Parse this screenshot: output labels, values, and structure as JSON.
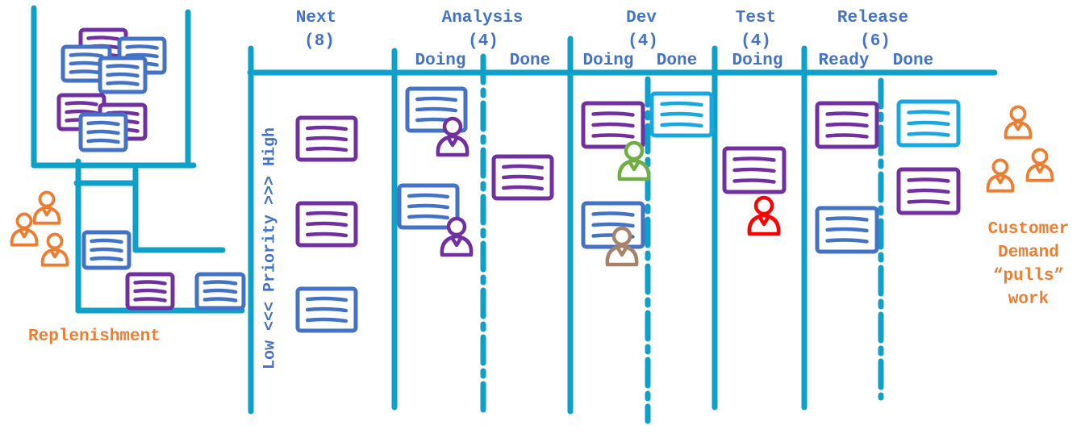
{
  "colors": {
    "line": "#0ea0c8",
    "header_text": "#4472c4",
    "card_purple": "#7030a0",
    "card_blue": "#4472c4",
    "card_light_blue": "#1aa7e0",
    "person_orange": "#ed7d31",
    "person_purple": "#7030a0",
    "person_green": "#70ad47",
    "person_brown": "#a5836b",
    "person_red": "#ff0000"
  },
  "columns": {
    "next": {
      "name": "Next",
      "limit": "(8)"
    },
    "analysis": {
      "name": "Analysis",
      "limit": "(4)",
      "doing": "Doing",
      "done": "Done"
    },
    "dev": {
      "name": "Dev",
      "limit": "(4)",
      "doing": "Doing",
      "done": "Done"
    },
    "test": {
      "name": "Test",
      "limit": "(4)",
      "doing": "Doing"
    },
    "release": {
      "name": "Release",
      "limit": "(6)",
      "ready": "Ready",
      "done": "Done"
    }
  },
  "priority_label": "Low <<< Priority >>> High",
  "replenishment_label": "Replenishment",
  "customer_demand": {
    "line1": "Customer",
    "line2": "Demand",
    "line3": "“pulls”",
    "line4": "work"
  }
}
